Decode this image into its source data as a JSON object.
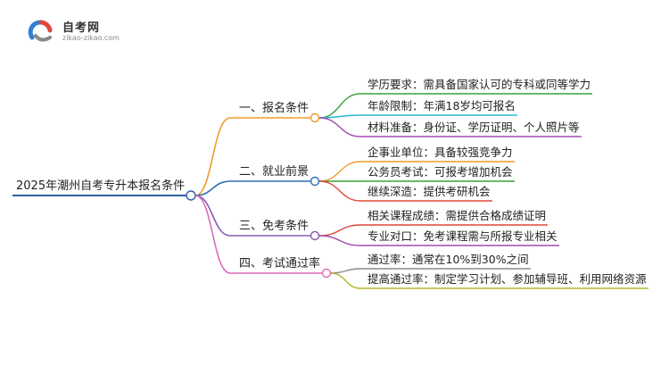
{
  "logo": {
    "title": "自考网",
    "url": "zikao-zikao.com",
    "colors": {
      "blue": "#2f7fd6",
      "red": "#e0463a",
      "gray": "#8a8a8a"
    }
  },
  "mindmap": {
    "root": {
      "label": "2025年潮州自考专升本报名条件",
      "color": "#2f5f9e"
    },
    "branches": [
      {
        "label": "一、报名条件",
        "color": "#f09a2c",
        "leaves": [
          {
            "label": "学历要求：需具备国家认可的专科或同等学力",
            "color": "#3aa23a"
          },
          {
            "label": "年龄限制：年满18岁均可报名",
            "color": "#29b5d6"
          },
          {
            "label": "材料准备：身份证、学历证明、个人照片等",
            "color": "#a04ab0"
          }
        ]
      },
      {
        "label": "二、就业前景",
        "color": "#2f6fb3",
        "leaves": [
          {
            "label": "企事业单位：具备较强竞争力",
            "color": "#f09a2c"
          },
          {
            "label": "公务员考试：可报考增加机会",
            "color": "#3aa23a"
          },
          {
            "label": "继续深造：提供考研机会",
            "color": "#e0463a"
          }
        ]
      },
      {
        "label": "三、免考条件",
        "color": "#8a5ab0",
        "leaves": [
          {
            "label": "相关课程成绩：需提供合格成绩证明",
            "color": "#e0463a"
          },
          {
            "label": "专业对口：免考课程需与所报专业相关",
            "color": "#a04ab0"
          }
        ]
      },
      {
        "label": "四、考试通过率",
        "color": "#e068b8",
        "leaves": [
          {
            "label": "通过率：通常在10%到30%之间",
            "color": "#8a8a8a"
          },
          {
            "label": "提高通过率：制定学习计划、参加辅导班、利用网络资源",
            "color": "#b5b52a"
          }
        ]
      }
    ]
  }
}
